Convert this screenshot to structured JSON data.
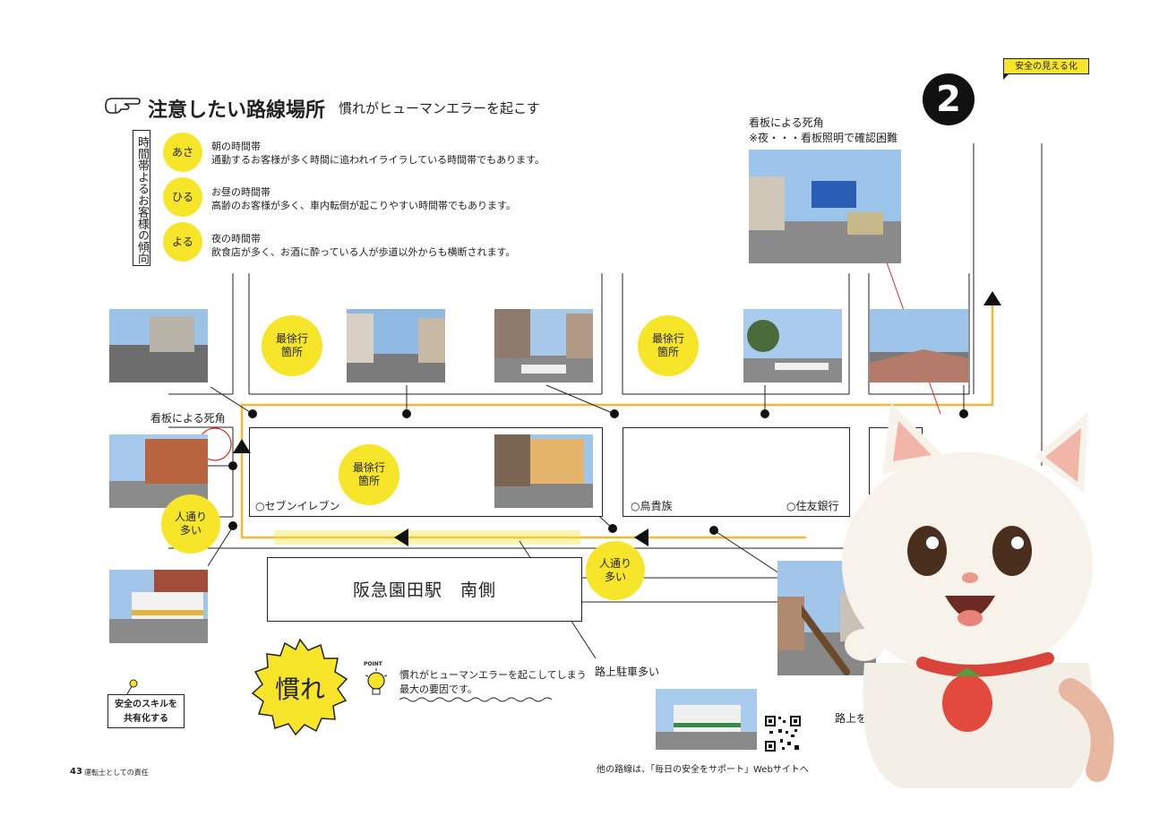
{
  "header": {
    "badge": "安全の見える化",
    "number": "2",
    "title": "注意したい路線場所",
    "subtitle": "慣れがヒューマンエラーを起こす"
  },
  "time_section": {
    "vertical_label": "時間帯よるお客様の傾向",
    "items": [
      {
        "badge": "あさ",
        "heading": "朝の時間帯",
        "text": "通勤するお客様が多く時間に追われイライラしている時間帯でもあります。"
      },
      {
        "badge": "ひる",
        "heading": "お昼の時間帯",
        "text": "高齢のお客様が多く、車内転倒が起こりやすい時間帯でもあります。"
      },
      {
        "badge": "よる",
        "heading": "夜の時間帯",
        "text": "飲食店が多く、お酒に酔っている人が歩道以外からも横断されます。"
      }
    ]
  },
  "sign_note": {
    "line1": "看板による死角",
    "line2": "※夜・・・看板照明で確認困難"
  },
  "map": {
    "sign_blind_spot": "看板による死角",
    "slow_label": "最徐行\n箇所",
    "crowd_label": "人通り\n多い",
    "seven_eleven": "○セブンイレブン",
    "torikizoku": "○鳥貴族",
    "sumitomo": "○住友銀行",
    "station": "阪急園田駅　南側",
    "parking": "路上駐車多い",
    "crossing": "路上を横断する"
  },
  "point": {
    "word": "慣れ",
    "point_label": "POINT",
    "line1": "慣れがヒューマンエラーを起こしてしまう",
    "line2": "最大の要因です。"
  },
  "skill": {
    "line1": "安全のスキルを",
    "line2": "共有化する"
  },
  "footer": {
    "page": "43",
    "section": "運転士としての責任",
    "web_note": "他の路線は、「毎日の安全をサポート」Webサイトへ"
  },
  "colors": {
    "yellow": "#f7e52a",
    "route": "#f2b935",
    "red": "#d92b2b"
  }
}
